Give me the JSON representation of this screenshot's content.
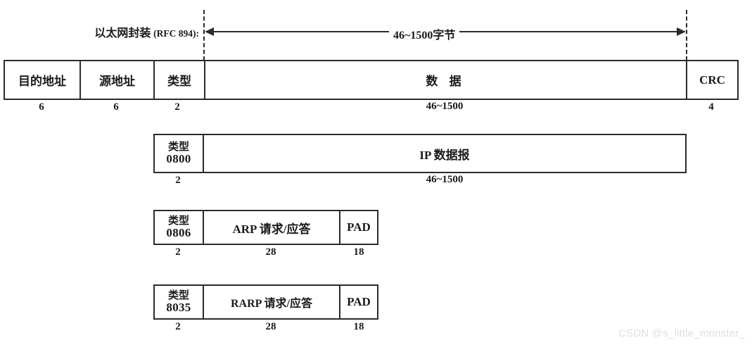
{
  "figure": {
    "caption_cn": "以太网封装",
    "caption_en": "(RFC 894):",
    "watermark": "CSDN @s_little_monster_"
  },
  "span": {
    "label": "46~1500字节"
  },
  "rows": [
    {
      "id": "ethernet-frame",
      "cells": [
        {
          "id": "dest-address",
          "text": "目的地址",
          "size": "6"
        },
        {
          "id": "source-address",
          "text": "源地址",
          "size": "6"
        },
        {
          "id": "type",
          "text": "类型",
          "size": "2"
        },
        {
          "id": "data",
          "text": "数 据",
          "size": "46~1500"
        },
        {
          "id": "crc",
          "text": "CRC",
          "size": "4"
        }
      ]
    },
    {
      "id": "ip-datagram-frame",
      "cells": [
        {
          "id": "type-0800",
          "line1": "类型",
          "line2": "0800",
          "size": "2"
        },
        {
          "id": "ip-datagram",
          "text": "IP 数据报",
          "size": "46~1500"
        }
      ]
    },
    {
      "id": "arp-frame",
      "cells": [
        {
          "id": "type-0806",
          "line1": "类型",
          "line2": "0806",
          "size": "2"
        },
        {
          "id": "arp-payload",
          "text": "ARP 请求/应答",
          "size": "28"
        },
        {
          "id": "arp-pad",
          "text": "PAD",
          "size": "18"
        }
      ]
    },
    {
      "id": "rarp-frame",
      "cells": [
        {
          "id": "type-8035",
          "line1": "类型",
          "line2": "8035",
          "size": "2"
        },
        {
          "id": "rarp-payload",
          "text": "RARP 请求/应答",
          "size": "28"
        },
        {
          "id": "rarp-pad",
          "text": "PAD",
          "size": "18"
        }
      ]
    }
  ],
  "colors": {
    "ink": "#2b2b2b",
    "background": "#ffffff",
    "watermark": "#dcdfe3"
  }
}
